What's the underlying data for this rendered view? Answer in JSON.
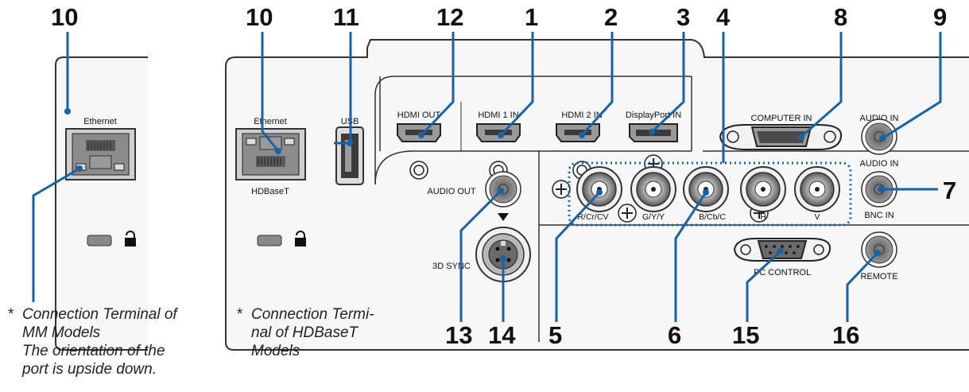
{
  "callouts": {
    "c10a": "10",
    "c10b": "10",
    "c11": "11",
    "c12": "12",
    "c1": "1",
    "c2": "2",
    "c3": "3",
    "c4": "4",
    "c8": "8",
    "c9": "9",
    "c7": "7",
    "c13": "13",
    "c14": "14",
    "c5": "5",
    "c6": "6",
    "c15": "15",
    "c16": "16"
  },
  "labels": {
    "ethernet_mm": "Ethernet",
    "ethernet_hdb": "Ethernet",
    "hdbaset": "HDBaseT",
    "usb": "USB",
    "hdmi_out": "HDMI OUT",
    "hdmi1_in": "HDMI 1 IN",
    "hdmi2_in": "HDMI 2 IN",
    "displayport_in": "DisplayPort IN",
    "computer_in": "COMPUTER IN",
    "audio_in_top": "AUDIO IN",
    "audio_in_bnc": "AUDIO IN",
    "bnc_in": "BNC IN",
    "audio_out": "AUDIO OUT",
    "sync_3d": "3D SYNC",
    "bnc_r": "R/Cr/CV",
    "bnc_g": "G/Y/Y",
    "bnc_b": "B/Cb/C",
    "bnc_h": "H",
    "bnc_v": "V",
    "pc_control": "PC  CONTROL",
    "remote": "REMOTE"
  },
  "notes": {
    "mm": [
      "Connection Terminal of",
      "MM Models",
      "The orientation of the",
      "port is upside down."
    ],
    "hdb": [
      "Connection Termi-",
      "nal of HDBaseT",
      "Models"
    ],
    "star": "*"
  },
  "colors": {
    "leader": "#1a62a8",
    "panel_edge": "#333333",
    "port_dark": "#3a3a3a",
    "port_gray": "#8a8a8a"
  }
}
